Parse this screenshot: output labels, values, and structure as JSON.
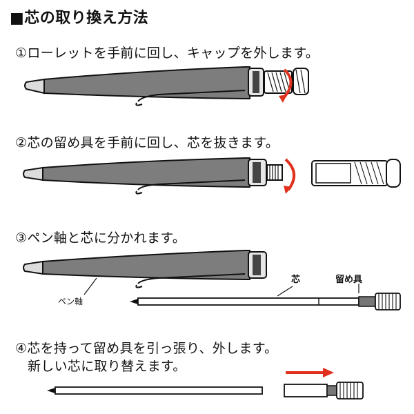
{
  "title": "■芯の取り換え方法",
  "steps": [
    {
      "text": "①ローレットを手前に回し、キャップを外します。"
    },
    {
      "text": "②芯の留め具を手前に回し、芯を抜きます。"
    },
    {
      "text": "③ペン軸と芯に分かれます。"
    },
    {
      "text": "④芯を持って留め具を引っ張り、外します。",
      "text2": "新しい芯に取り替えます。"
    }
  ],
  "labels": {
    "pen_body": "ペン軸",
    "refill": "芯",
    "fastener": "留め具"
  },
  "colors": {
    "barrel": "#7d7d7d",
    "arrow": "#e0301e",
    "outline": "#111111"
  },
  "icons": [
    "rotate-arrow-icon",
    "rotate-arrow-icon",
    "pull-arrow-icon"
  ]
}
